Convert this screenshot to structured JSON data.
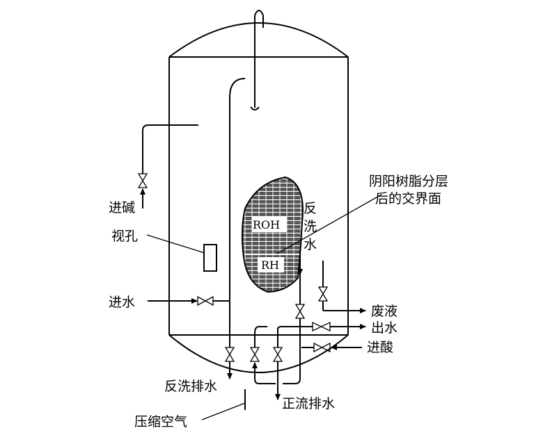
{
  "labels": {
    "layer_interface_line1": "阴阳树脂分层",
    "layer_interface_line2": "后的交界面",
    "backwash_water_1": "反",
    "backwash_water_2": "洗",
    "backwash_water_3": "水",
    "alkali_in": "进碱",
    "sight_glass": "视孔",
    "water_in": "进水",
    "waste_liquid": "废液",
    "water_out": "出水",
    "acid_in": "进酸",
    "backwash_drain": "反洗排水",
    "forward_drain": "正流排水",
    "compressed_air": "压缩空气",
    "resin_roh": "ROH",
    "resin_rh": "RH"
  },
  "colors": {
    "stroke": "#000000",
    "background": "#ffffff",
    "resin_fill": "#555555"
  }
}
